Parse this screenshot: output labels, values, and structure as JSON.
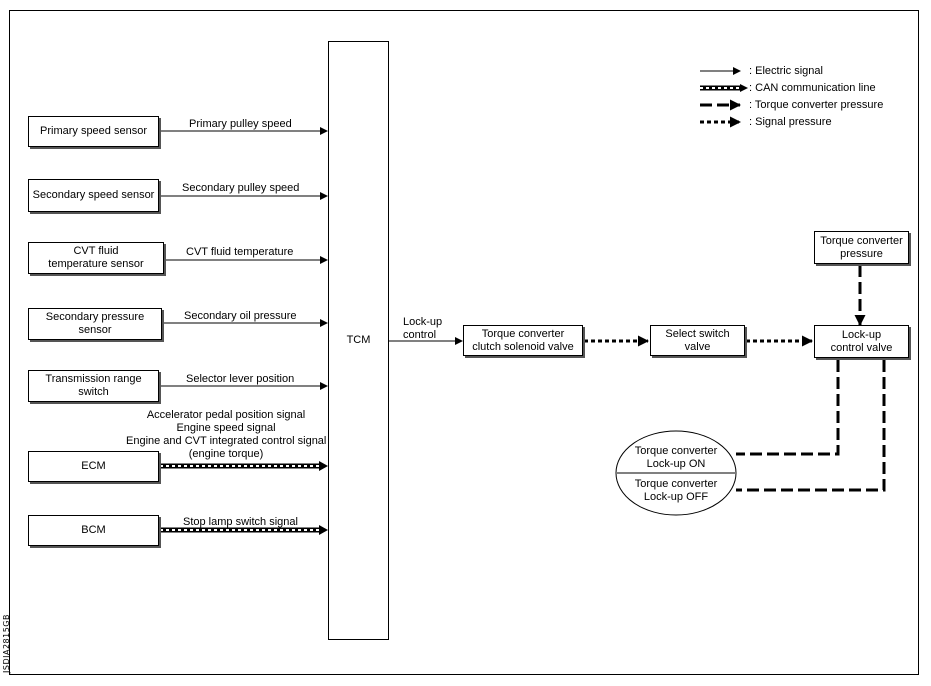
{
  "legend": {
    "electric": "Electric signal",
    "can": "CAN communication line",
    "tc_pressure": "Torque converter pressure",
    "signal_pressure": "Signal pressure"
  },
  "inputs": {
    "primary_speed_sensor": "Primary speed sensor",
    "secondary_speed_sensor": "Secondary speed sensor",
    "cvt_fluid_temp_sensor_l1": "CVT fluid",
    "cvt_fluid_temp_sensor_l2": "temperature sensor",
    "secondary_pressure_sensor": "Secondary pressure sensor",
    "transmission_range_switch": "Transmission range switch",
    "ecm": "ECM",
    "bcm": "BCM"
  },
  "signals": {
    "primary_pulley_speed": "Primary pulley speed",
    "secondary_pulley_speed": "Secondary pulley speed",
    "cvt_fluid_temperature": "CVT fluid temperature",
    "secondary_oil_pressure": "Secondary oil pressure",
    "selector_lever_position": "Selector lever position",
    "ecm_l1": "Accelerator pedal position signal",
    "ecm_l2": "Engine speed signal",
    "ecm_l3": "Engine and CVT integrated control signal",
    "ecm_l4": "(engine torque)",
    "stop_lamp_switch": "Stop lamp switch signal",
    "lockup_control_l1": "Lock-up",
    "lockup_control_l2": "control"
  },
  "tcm": "TCM",
  "outputs": {
    "solenoid_l1": "Torque converter",
    "solenoid_l2": "clutch solenoid valve",
    "select_switch_l1": "Select switch",
    "select_switch_l2": "valve",
    "tc_pressure_l1": "Torque converter",
    "tc_pressure_l2": "pressure",
    "lockup_valve_l1": "Lock-up",
    "lockup_valve_l2": "control valve",
    "lockup_on_l1": "Torque converter",
    "lockup_on_l2": "Lock-up ON",
    "lockup_off_l1": "Torque converter",
    "lockup_off_l2": "Lock-up OFF"
  },
  "figure_code": "JSDIA2815GB"
}
